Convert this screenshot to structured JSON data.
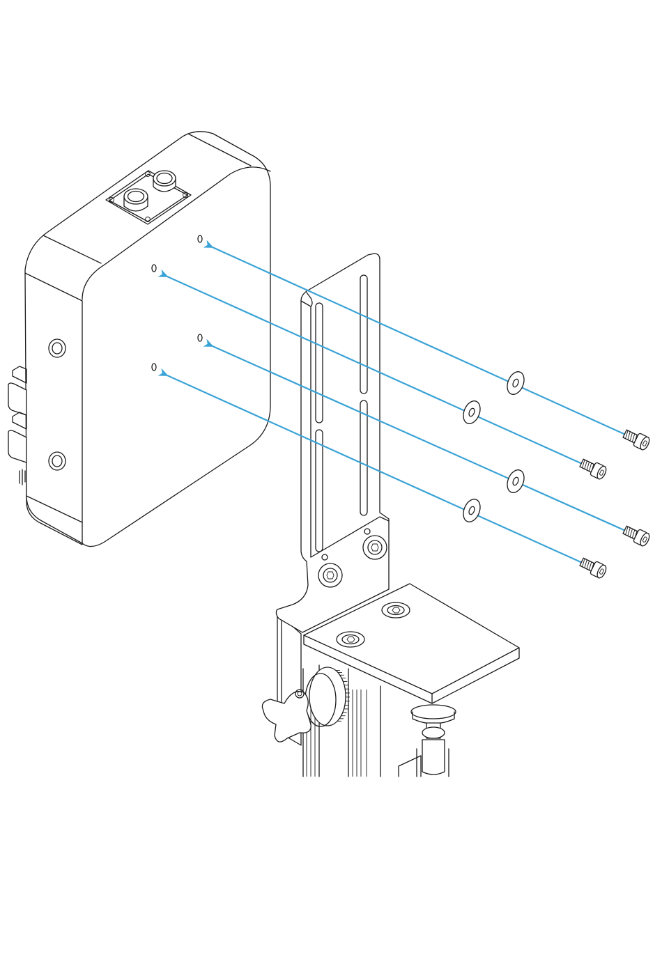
{
  "figure": {
    "kind": "exploded-assembly-illustration",
    "components": [
      {
        "name": "device-box",
        "icon": "enclosure-with-two-connectors"
      },
      {
        "name": "mounting-bracket",
        "icon": "slotted-vertical-bracket"
      },
      {
        "name": "clamp-mount",
        "icon": "clamp-with-knob-and-plate"
      },
      {
        "name": "washers",
        "count": 4
      },
      {
        "name": "socket-head-screws",
        "count": 4
      }
    ],
    "fasteners": 4,
    "colors": {
      "arrow": "#3aa3d6",
      "linework": "#1a1a1a",
      "background": "#ffffff"
    }
  }
}
